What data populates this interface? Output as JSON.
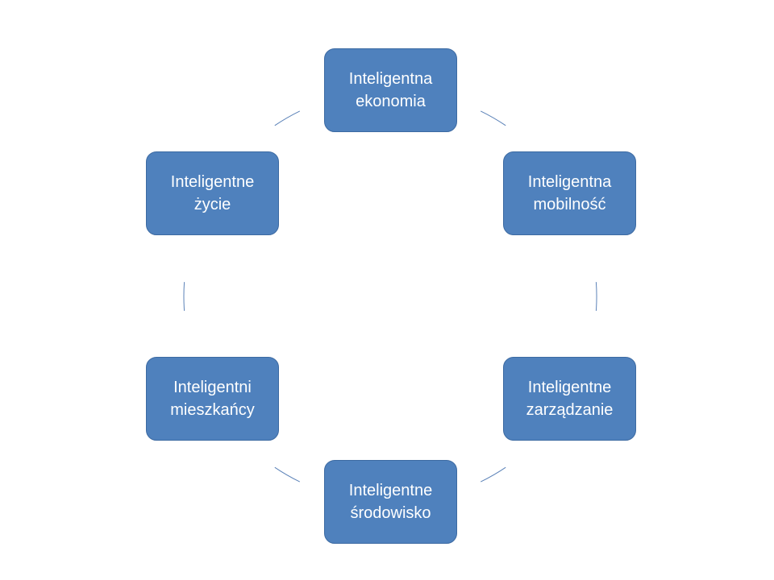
{
  "diagram": {
    "type": "cycle",
    "colors": {
      "node_fill": "#4f81bd",
      "node_border": "#3c6aa2",
      "connector": "#5b82b8",
      "text": "#ffffff"
    },
    "nodes": [
      {
        "label": "Inteligentna\nekonomia"
      },
      {
        "label": "Inteligentna\nmobilność"
      },
      {
        "label": "Inteligentne\nzarządzanie"
      },
      {
        "label": "Inteligentne\nśrodowisko"
      },
      {
        "label": "Inteligentni\nmieszkańcy"
      },
      {
        "label": "Inteligentne\nżycie"
      }
    ]
  }
}
